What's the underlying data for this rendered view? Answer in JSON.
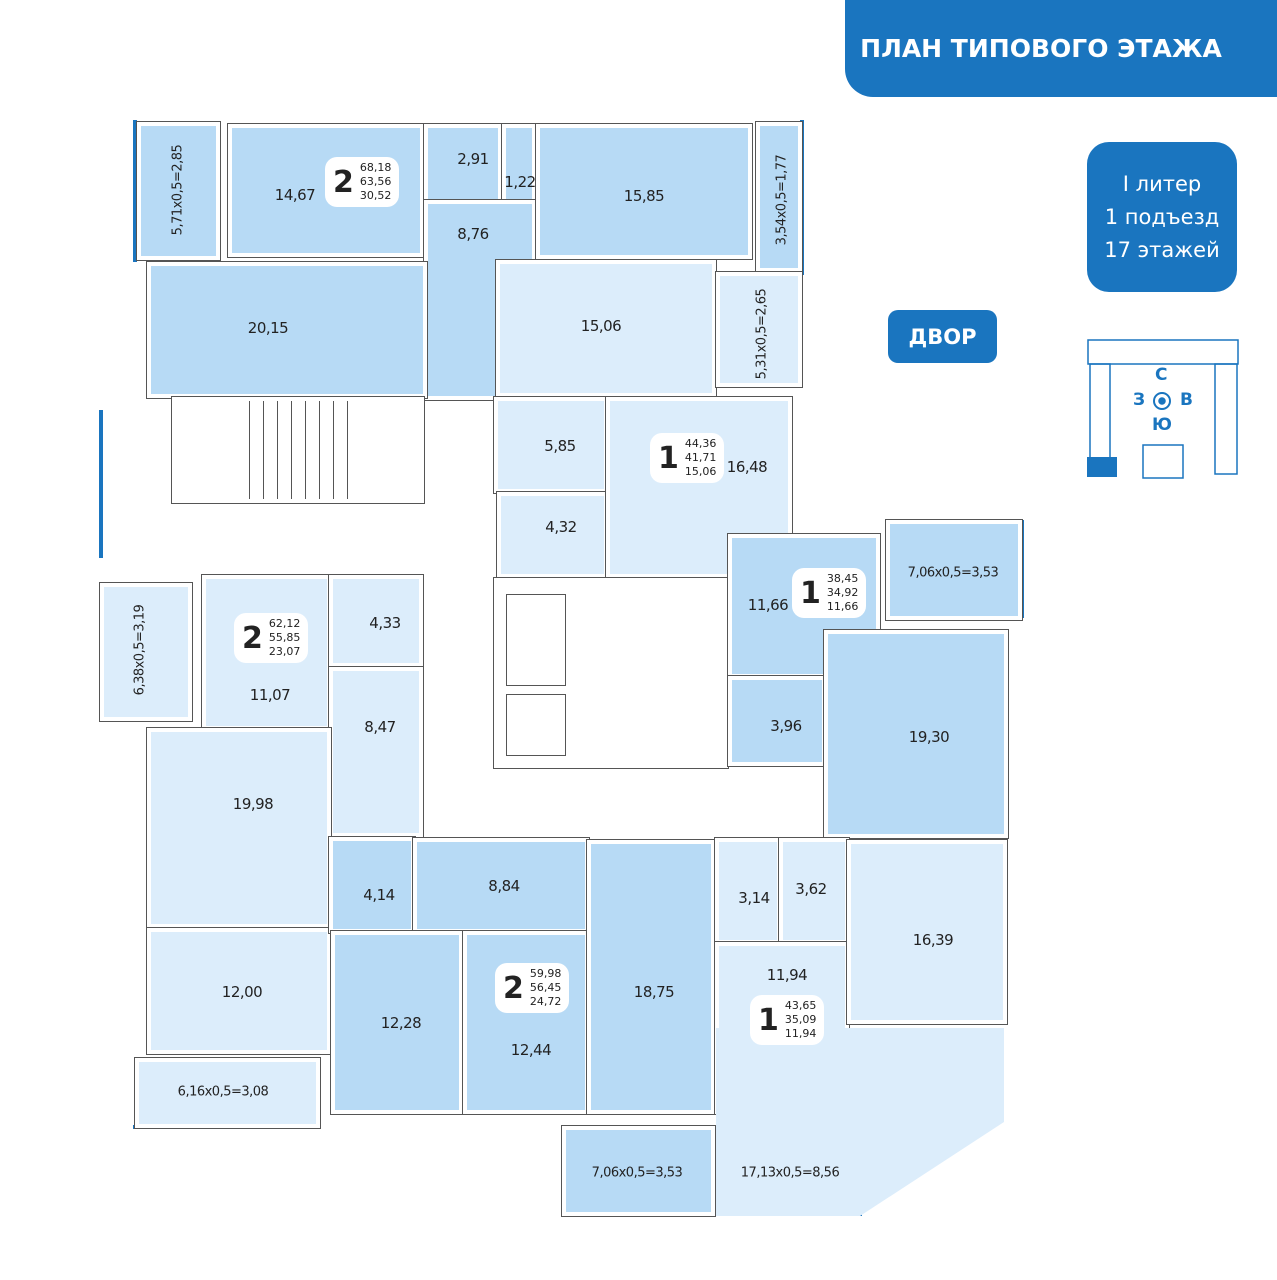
{
  "header": {
    "title": "ПЛАН ТИПОВОГО ЭТАЖА"
  },
  "info": {
    "line1": "I литер",
    "line2": "1 подъезд",
    "line3": "17 этажей"
  },
  "yard_label": "ДВОР",
  "compass": {
    "n": "С",
    "w": "З",
    "e": "В",
    "s": "Ю"
  },
  "colors": {
    "accent": "#1a75bf",
    "room_dark": "#b7daf5",
    "room_light": "#dcedfb"
  },
  "apartments": [
    {
      "rooms": "2",
      "total": "68,18",
      "living_plus": "63,56",
      "living": "30,52"
    },
    {
      "rooms": "1",
      "total": "44,36",
      "living_plus": "41,71",
      "living": "15,06"
    },
    {
      "rooms": "1",
      "total": "38,45",
      "living_plus": "34,92",
      "living": "11,66"
    },
    {
      "rooms": "2",
      "total": "62,12",
      "living_plus": "55,85",
      "living": "23,07"
    },
    {
      "rooms": "2",
      "total": "59,98",
      "living_plus": "56,45",
      "living": "24,72"
    },
    {
      "rooms": "1",
      "total": "43,65",
      "living_plus": "35,09",
      "living": "11,94"
    }
  ],
  "areas": {
    "a1": "5,71x0,5=2,85",
    "a2": "14,67",
    "a3": "2,91",
    "a4": "1,22",
    "a5": "8,76",
    "a6": "20,15",
    "a7": "15,85",
    "a8": "3,54x0,5=1,77",
    "b1": "15,06",
    "b2": "5,31x0,5=2,65",
    "b3": "5,85",
    "b4": "4,32",
    "b5": "16,48",
    "c1": "11,66",
    "c2": "7,06x0,5=3,53",
    "c3": "3,96",
    "c4": "19,30",
    "d1": "6,38x0,5=3,19",
    "d2": "11,07",
    "d3": "4,33",
    "d4": "8,47",
    "d5": "19,98",
    "d6": "12,00",
    "d7": "6,16x0,5=3,08",
    "e1": "4,14",
    "e2": "8,84",
    "e3": "12,28",
    "e4": "12,44",
    "e5": "18,75",
    "e6": "7,06x0,5=3,53",
    "f1": "3,14",
    "f2": "3,62",
    "f3": "11,94",
    "f4": "16,39",
    "f5": "17,13x0,5=8,56"
  }
}
